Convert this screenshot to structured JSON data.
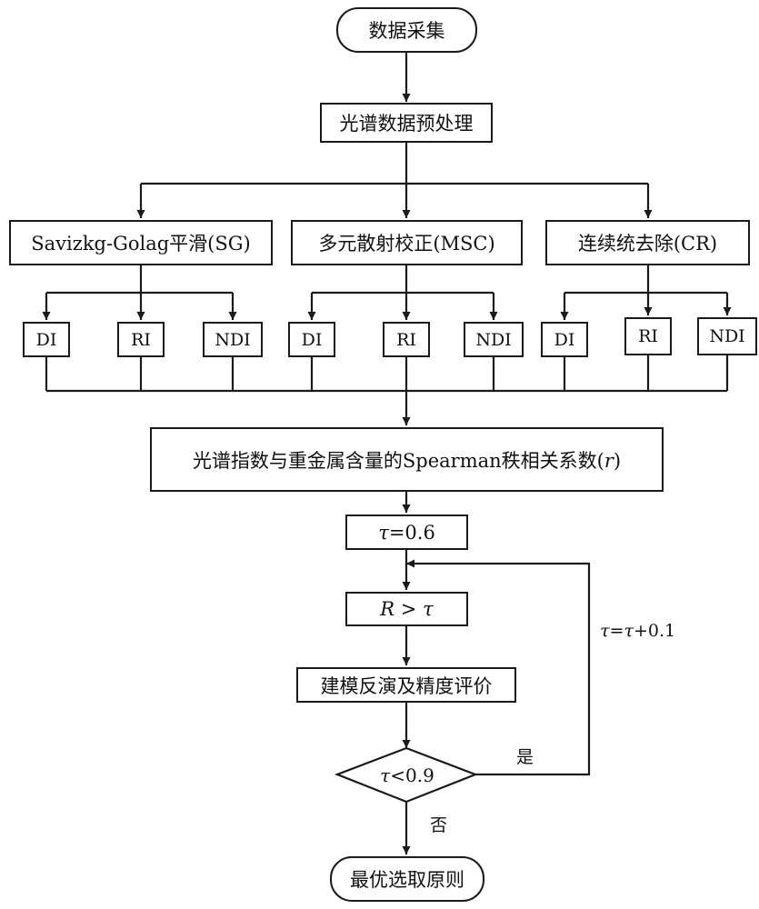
{
  "start": "数据采集",
  "preprocess": "光谱数据预处理",
  "methods": [
    {
      "label": "Savizkg-Golag平滑(SG)",
      "indices": [
        "DI",
        "RI",
        "NDI"
      ]
    },
    {
      "label": "多元散射校正(MSC)",
      "indices": [
        "DI",
        "RI",
        "NDI"
      ]
    },
    {
      "label": "连续统去除(CR)",
      "indices": [
        "DI",
        "RI",
        "NDI"
      ]
    }
  ],
  "correlation": {
    "text": "光谱指数与重金属含量的Spearman秩相关系数(",
    "symbol": "r",
    "close": ")"
  },
  "tau_init": {
    "symbol": "τ",
    "text": "=0.6"
  },
  "condition": {
    "left": "R",
    "op": " > ",
    "right": "τ"
  },
  "model": "建模反演及精度评价",
  "decision": {
    "symbol": "τ",
    "text": "<0.9"
  },
  "yes_label": "是",
  "no_label": "否",
  "loop_update": {
    "sym1": "τ",
    "mid": "=",
    "sym2": "τ",
    "text": "+0.1"
  },
  "end": "最优选取原则"
}
